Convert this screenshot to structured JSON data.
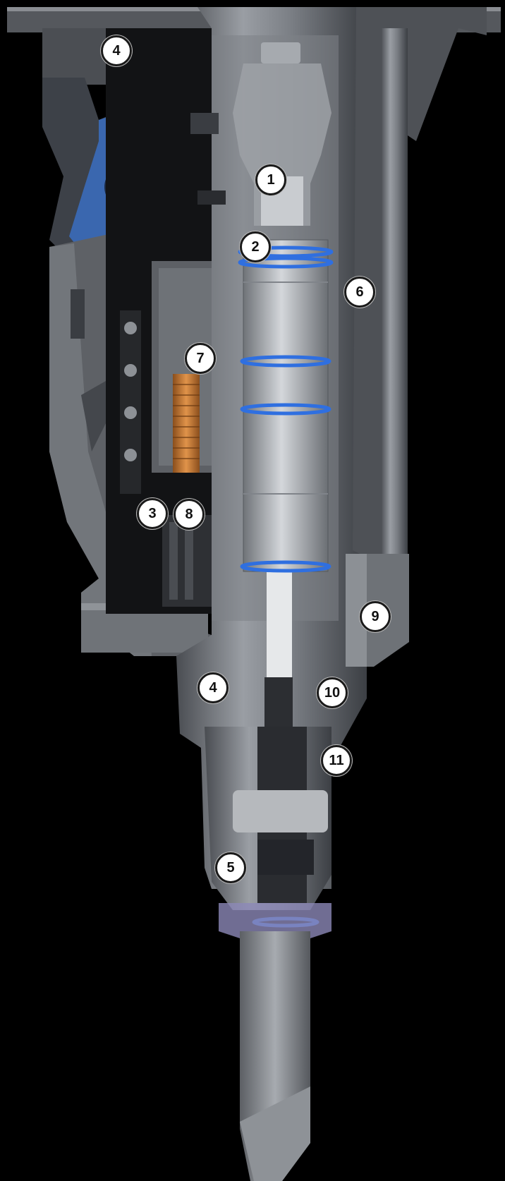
{
  "diagram": {
    "subject": "hydraulic-breaker-cutaway",
    "background_color": "#000000",
    "metal_color": "#7a7d82",
    "seal_color": "#2f6fe0",
    "accumulator_color": "#c9772f",
    "bracket_highlight_color": "#3a6fc2",
    "callouts": [
      {
        "id": "c1",
        "label": "1"
      },
      {
        "id": "c2",
        "label": "2"
      },
      {
        "id": "c3",
        "label": "3"
      },
      {
        "id": "c4a",
        "label": "4"
      },
      {
        "id": "c4b",
        "label": "4"
      },
      {
        "id": "c5",
        "label": "5"
      },
      {
        "id": "c6",
        "label": "6"
      },
      {
        "id": "c7",
        "label": "7"
      },
      {
        "id": "c8",
        "label": "8"
      },
      {
        "id": "c9",
        "label": "9"
      },
      {
        "id": "c10",
        "label": "10"
      },
      {
        "id": "c11",
        "label": "11"
      }
    ]
  }
}
